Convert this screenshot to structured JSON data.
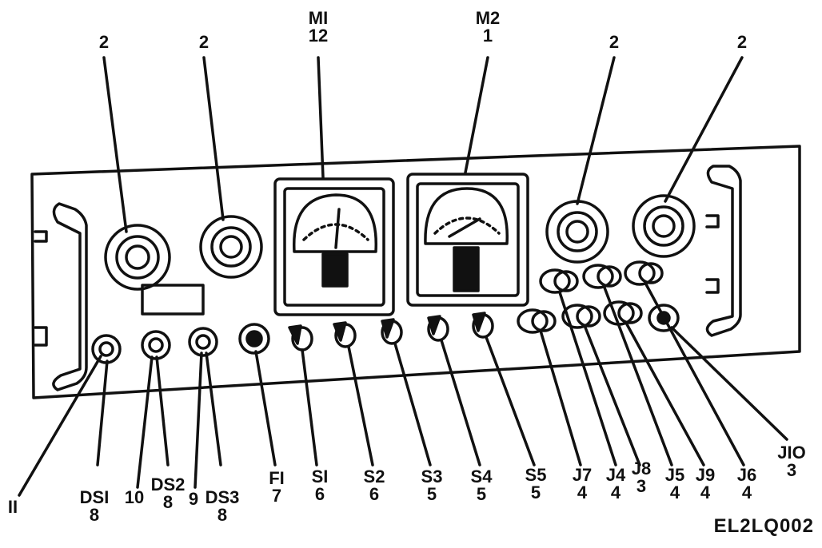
{
  "figure_id": "EL2LQ002",
  "top_labels": [
    {
      "ref": "",
      "num": "2"
    },
    {
      "ref": "",
      "num": "2"
    },
    {
      "ref": "MI",
      "num": "12"
    },
    {
      "ref": "M2",
      "num": "1"
    },
    {
      "ref": "",
      "num": "2"
    },
    {
      "ref": "",
      "num": "2"
    }
  ],
  "bottom_labels": [
    {
      "ref": "",
      "num": "II"
    },
    {
      "ref": "DSI",
      "num": "8"
    },
    {
      "ref": "",
      "num": "10"
    },
    {
      "ref": "DS2",
      "num": "8"
    },
    {
      "ref": "",
      "num": "9"
    },
    {
      "ref": "DS3",
      "num": "8"
    },
    {
      "ref": "FI",
      "num": "7"
    },
    {
      "ref": "SI",
      "num": "6"
    },
    {
      "ref": "S2",
      "num": "6"
    },
    {
      "ref": "S3",
      "num": "5"
    },
    {
      "ref": "S4",
      "num": "5"
    },
    {
      "ref": "S5",
      "num": "5"
    },
    {
      "ref": "J7",
      "num": "4"
    },
    {
      "ref": "J4",
      "num": "4"
    },
    {
      "ref": "J8",
      "num": "3"
    },
    {
      "ref": "J5",
      "num": "4"
    },
    {
      "ref": "J9",
      "num": "4"
    },
    {
      "ref": "J6",
      "num": "4"
    },
    {
      "ref": "JIO",
      "num": "3"
    }
  ]
}
